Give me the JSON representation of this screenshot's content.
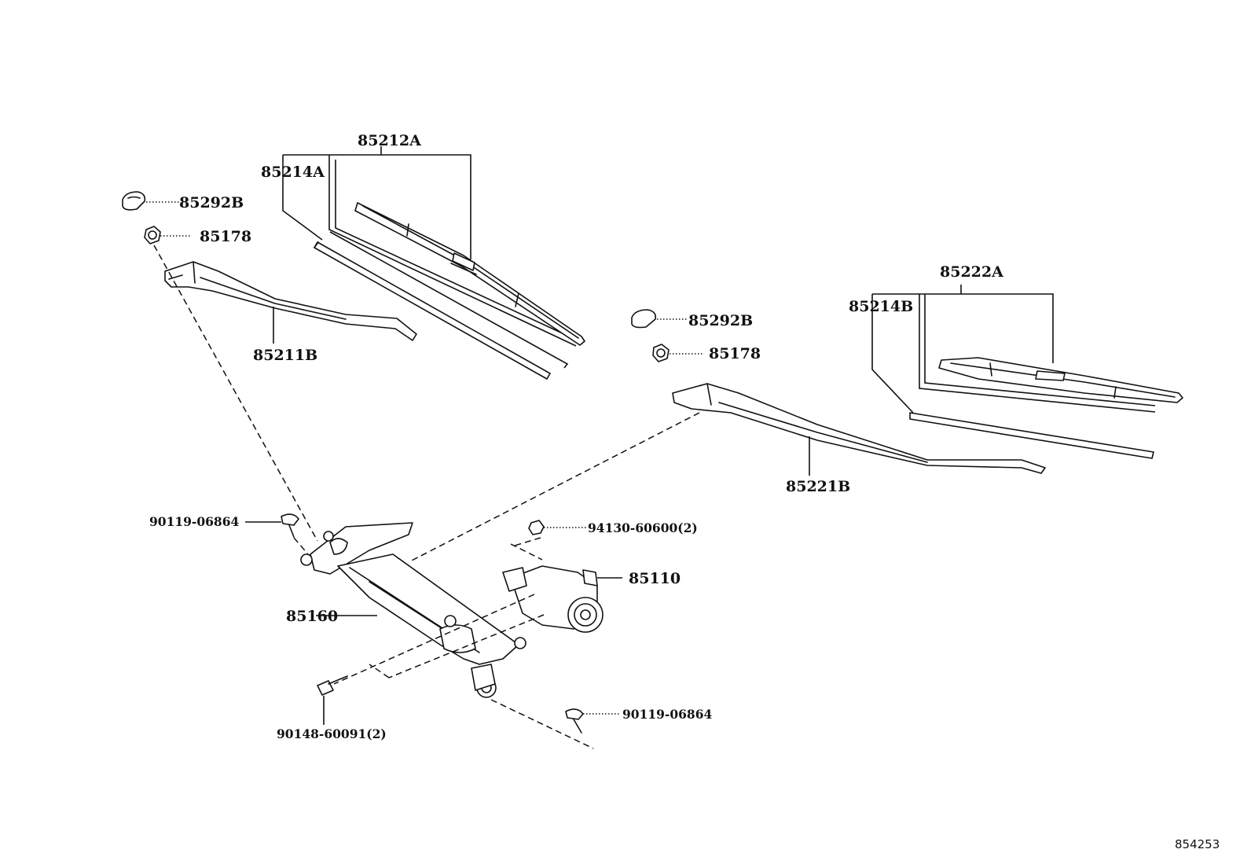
{
  "diagram": {
    "labels": {
      "p85212A": "85212A",
      "p85214A": "85214A",
      "p85292B_left": "85292B",
      "p85178_left": "85178",
      "p85211B": "85211B",
      "p85222A": "85222A",
      "p85214B": "85214B",
      "p85292B_right": "85292B",
      "p85178_right": "85178",
      "p85221B": "85221B",
      "p90119_top": "90119-06864",
      "p94130": "94130-60600(2)",
      "p85110": "85110",
      "p85160": "85160",
      "p90148": "90148-60091(2)",
      "p90119_bottom": "90119-06864"
    },
    "reference_number": "854253"
  }
}
